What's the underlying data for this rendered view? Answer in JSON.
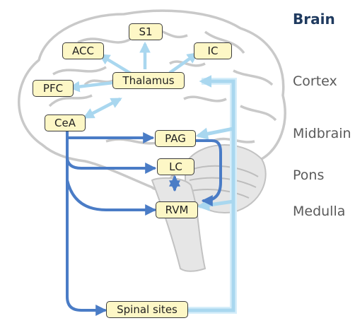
{
  "title": "Brain",
  "regions": {
    "cortex": "Cortex",
    "midbrain": "Midbrain",
    "pons": "Pons",
    "medulla": "Medulla"
  },
  "nodes": {
    "s1": "S1",
    "acc": "ACC",
    "ic": "IC",
    "pfc": "PFC",
    "thalamus": "Thalamus",
    "cea": "CeA",
    "pag": "PAG",
    "lc": "LC",
    "rvm": "RVM",
    "spinal": "Spinal sites"
  },
  "colors": {
    "ascending": "#a9d7ef",
    "ascending_edge": "#d6eefa",
    "descending": "#4a7cc6",
    "node_fill": "#fdf7c6",
    "brain_outline": "#c9c9c9",
    "title": "#1f3a5f"
  }
}
